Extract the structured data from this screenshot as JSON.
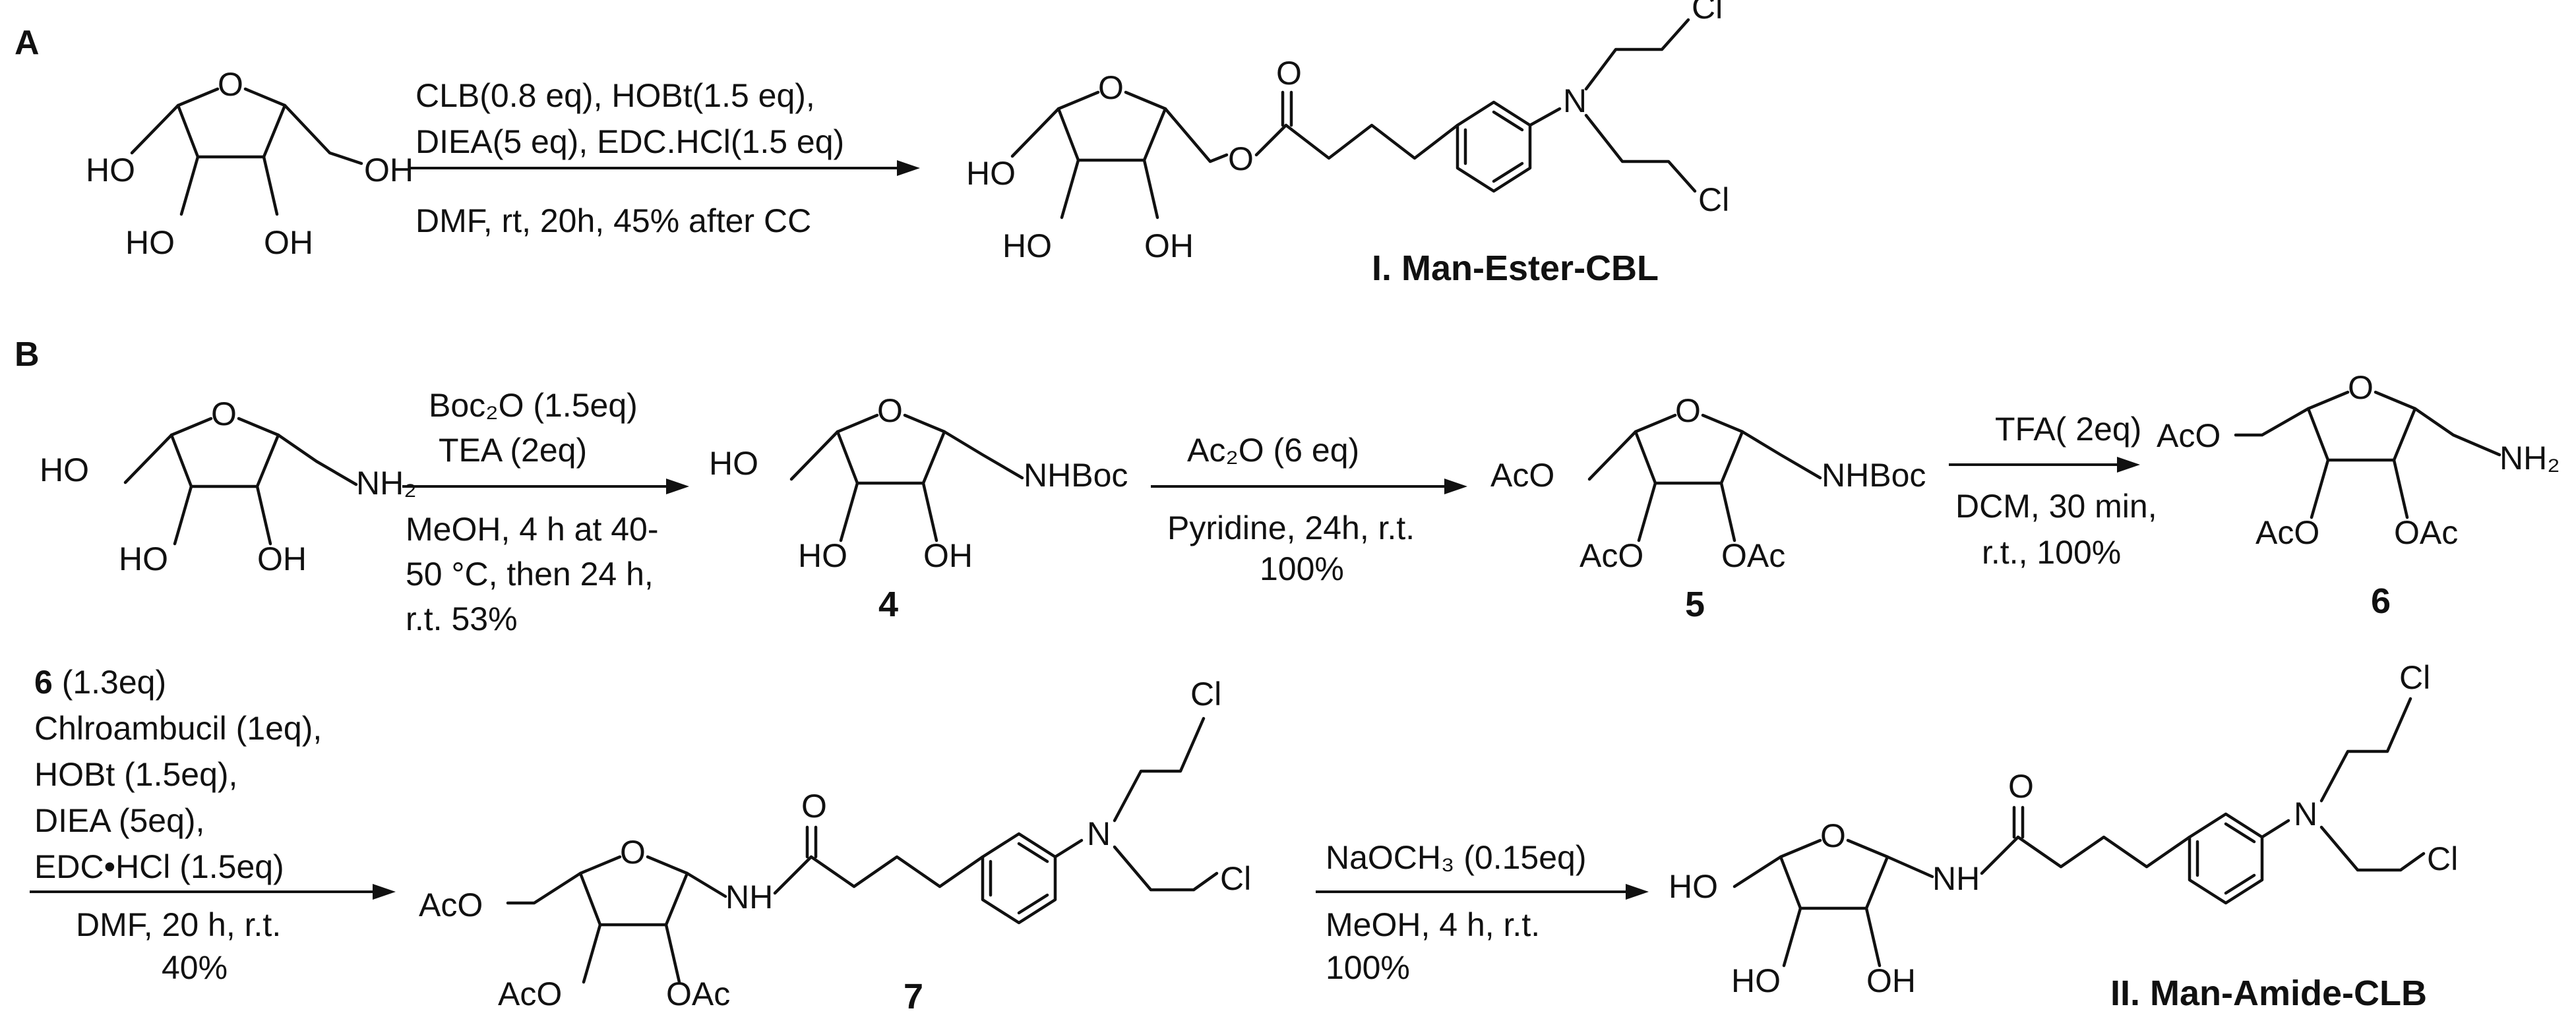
{
  "panels": {
    "a": "A",
    "b": "B"
  },
  "reactionA": {
    "conditions_above": [
      "CLB(0.8 eq), HOBt(1.5 eq),",
      "DIEA(5 eq), EDC.HCl(1.5 eq)"
    ],
    "conditions_below": [
      "DMF,  rt, 20h, 45% after CC"
    ],
    "product_name": "I. Man-Ester-CBL"
  },
  "reactionB1": {
    "above": [
      "Boc₂O (1.5eq)",
      "TEA (2eq)"
    ],
    "below": [
      "MeOH, 4 h at 40-",
      "50 °C, then 24 h,",
      "r.t. 53%"
    ]
  },
  "reactionB2": {
    "above": [
      "Ac₂O (6 eq)"
    ],
    "below": [
      "Pyridine, 24h, r.t.",
      "100%"
    ]
  },
  "reactionB3": {
    "above": [
      "TFA( 2eq)"
    ],
    "below": [
      "DCM, 30 min,",
      "r.t., 100%"
    ]
  },
  "reactionB4": {
    "above_bold": "6",
    "above_first_rest": " (1.3eq)",
    "above": [
      "Chlroambucil (1eq),",
      "HOBt (1.5eq),",
      "DIEA (5eq),",
      "EDC•HCl (1.5eq)"
    ],
    "below": [
      "DMF, 20 h, r.t.",
      "40%"
    ]
  },
  "reactionB5": {
    "above": [
      "NaOCH₃ (0.15eq)"
    ],
    "below": [
      "MeOH, 4 h, r.t.",
      "100%"
    ]
  },
  "compounds": {
    "c4": "4",
    "c5": "5",
    "c6": "6",
    "c7": "7",
    "final": "II. Man-Amide-CLB"
  },
  "atoms": {
    "HO": "HO",
    "OH": "OH",
    "O": "O",
    "Cl": "Cl",
    "N": "N",
    "NH": "NH",
    "NH2": "NH₂",
    "NHBoc": "NHBoc",
    "AcO": "AcO",
    "OAc": "OAc"
  }
}
